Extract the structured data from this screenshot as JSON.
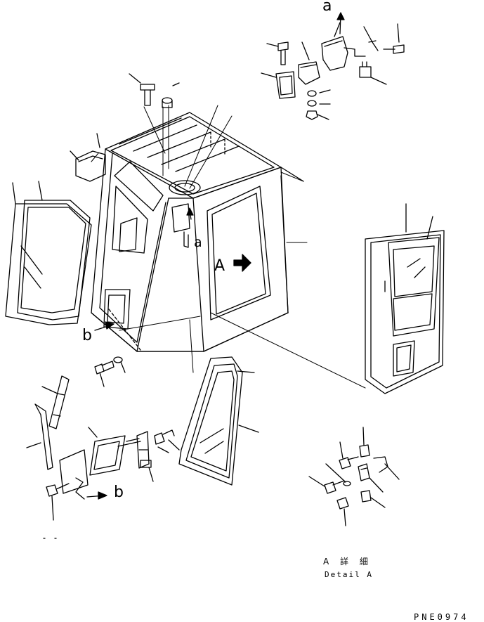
{
  "callouts": {
    "arrow_a_top": "a",
    "arrow_a_cab": "a",
    "view_A": "A",
    "arrow_b_frame": "b",
    "arrow_b_lower": "b"
  },
  "detail": {
    "title_jp": "A 詳 細",
    "title_en": "Detail A"
  },
  "drawing_code": "PNE0974"
}
